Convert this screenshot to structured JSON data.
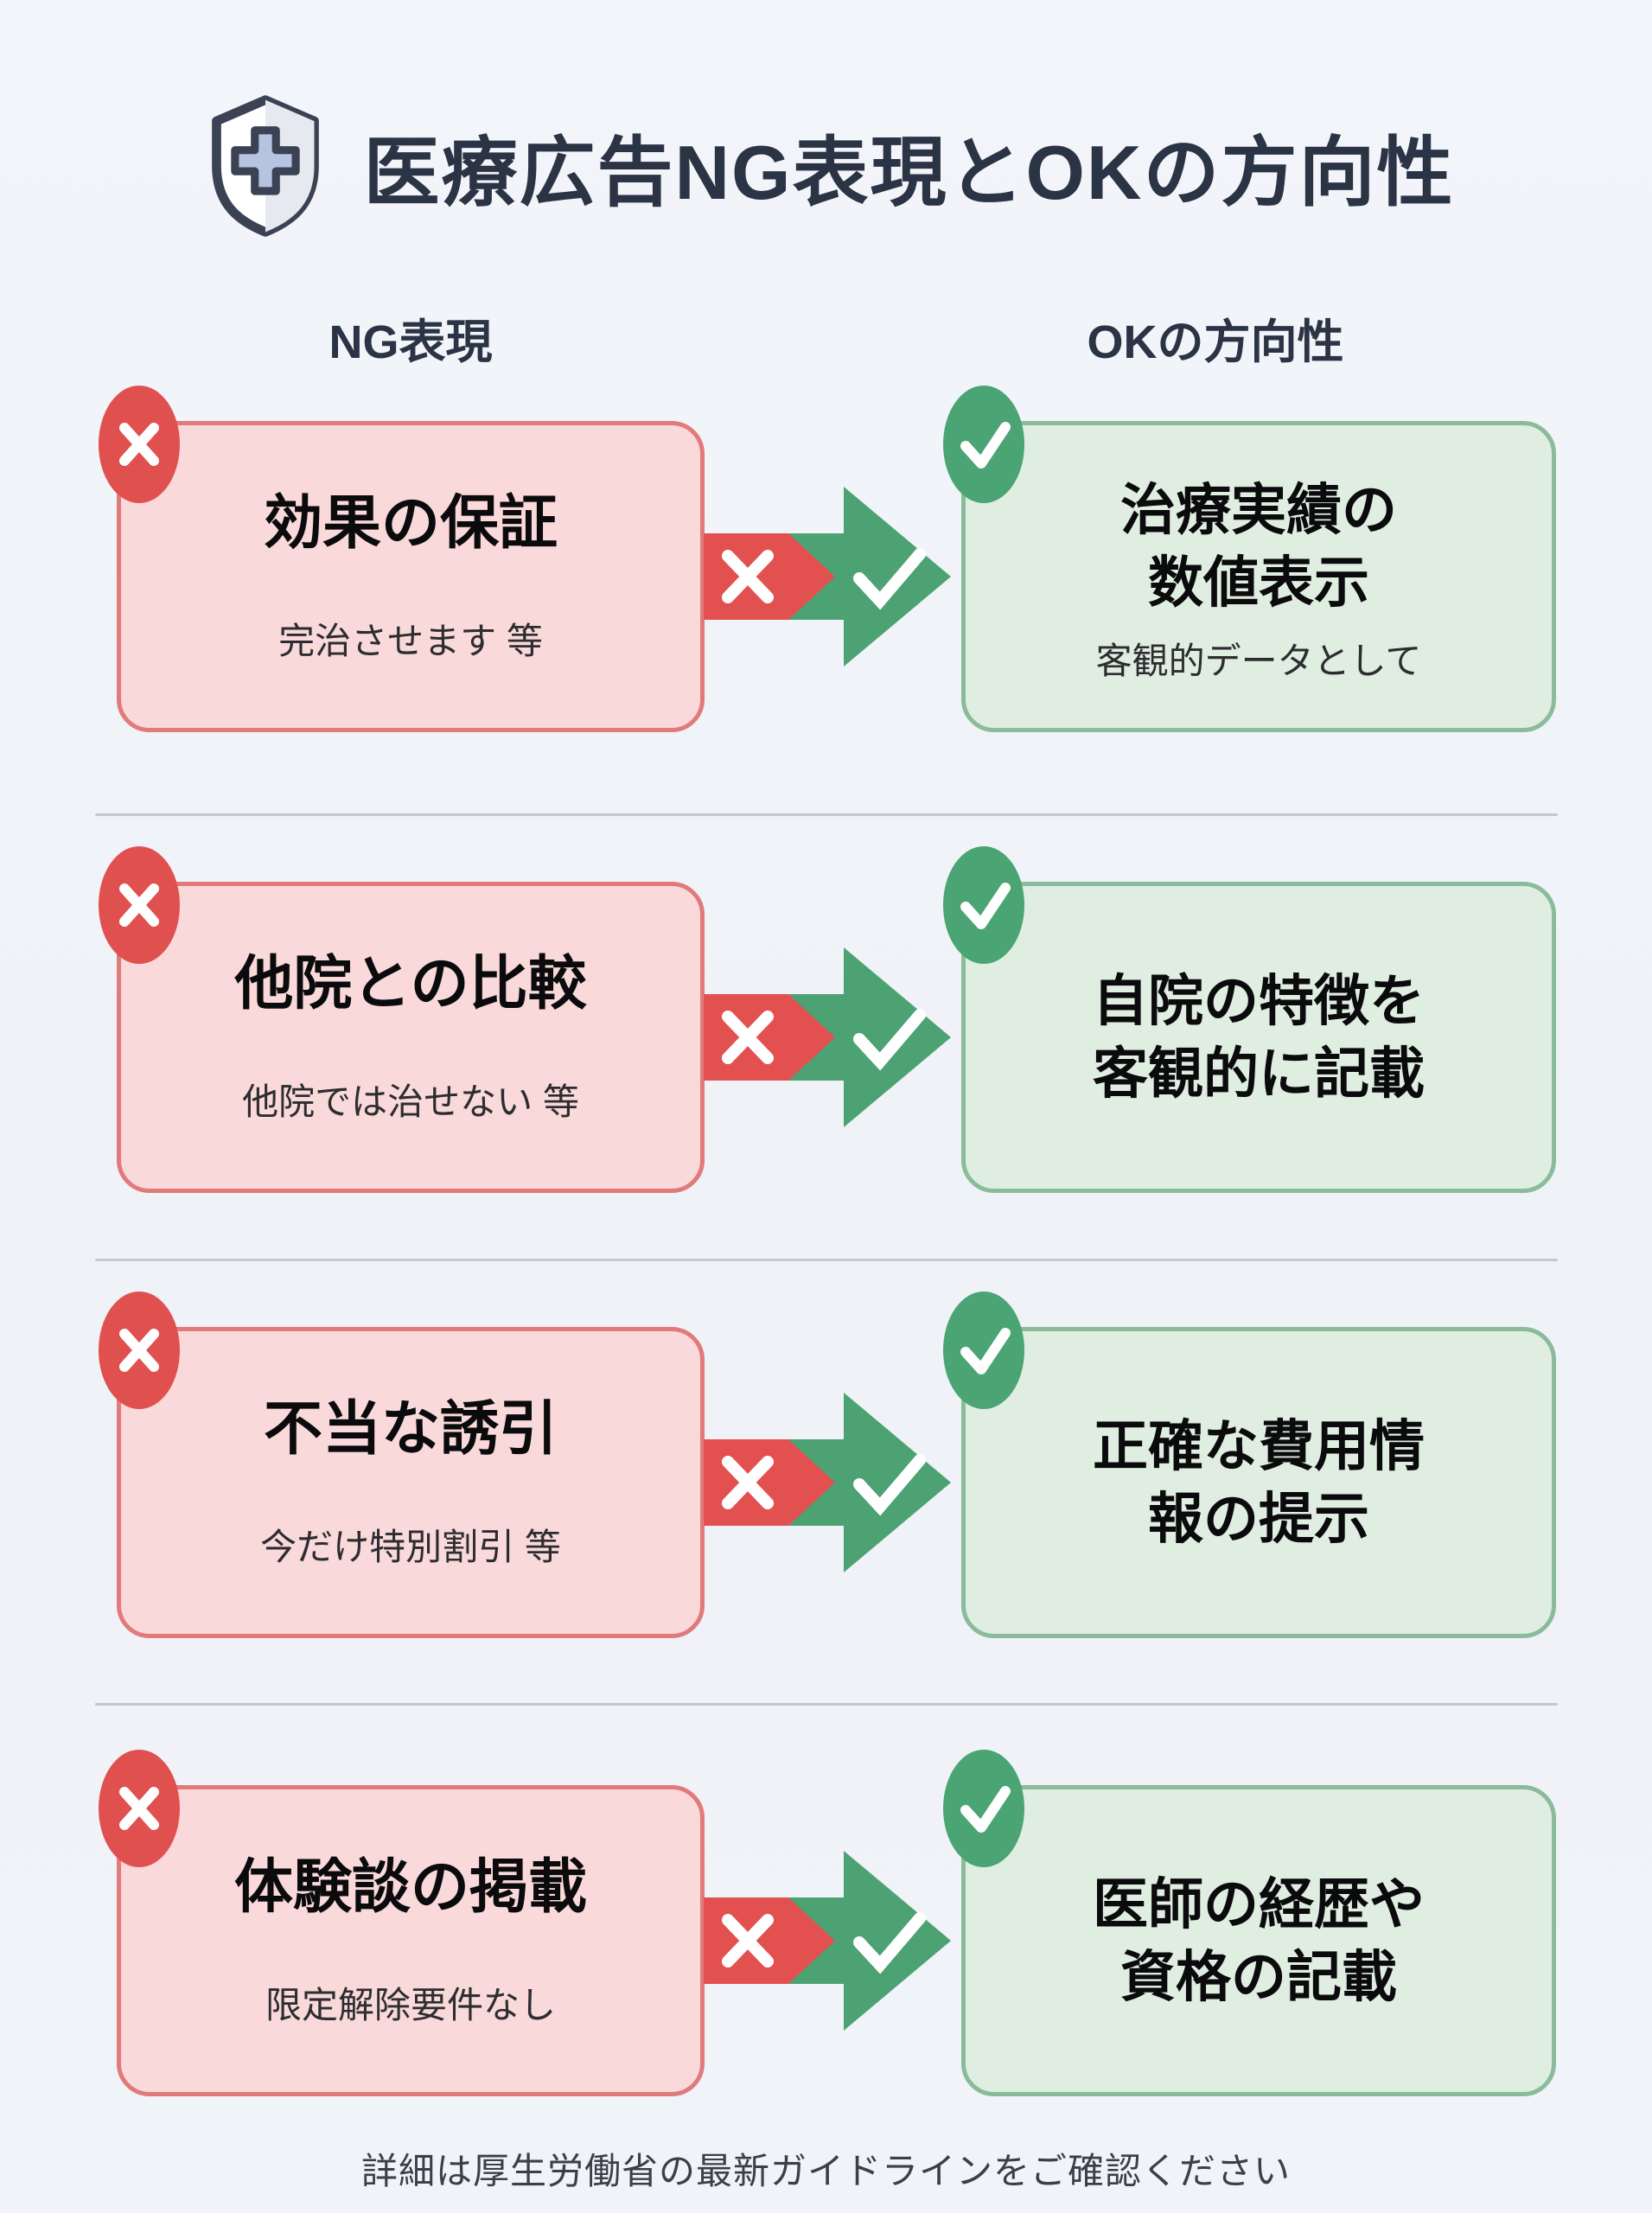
{
  "title": "医療広告NG表現とOKの方向性",
  "columns": {
    "ng": "NG表現",
    "ok": "OKの方向性"
  },
  "rows": [
    {
      "ng_title": "効果の保証",
      "ng_sub": "完治させます 等",
      "ok_title": "治療実績の\n数値表示",
      "ok_sub": "客観的データとして"
    },
    {
      "ng_title": "他院との比較",
      "ng_sub": "他院では治せない 等",
      "ok_title": "自院の特徴を\n客観的に記載"
    },
    {
      "ng_title": "不当な誘引",
      "ng_sub": "今だけ特別割引 等",
      "ok_title": "正確な費用情\n報の提示"
    },
    {
      "ng_title": "体験談の掲載",
      "ng_sub": "限定解除要件なし",
      "ok_title": "医師の経歴や\n資格の記載"
    }
  ],
  "footer": "詳細は厚生労働省の最新ガイドラインをご確認ください",
  "colors": {
    "background": "#f0f3f7",
    "ng_fill": "#f9d9da",
    "ng_border": "#e17a7a",
    "ng_accent": "#e0504f",
    "ok_fill": "#e0eee2",
    "ok_border": "#8abb9a",
    "ok_accent": "#4ba473",
    "heading": "#2b3445",
    "divider": "#c3c8d4"
  },
  "icons": {
    "header": "medical-shield-icon",
    "ng_badge": "x-mark-icon",
    "ok_badge": "check-mark-icon",
    "transition": "x-to-check-arrow-icon"
  }
}
